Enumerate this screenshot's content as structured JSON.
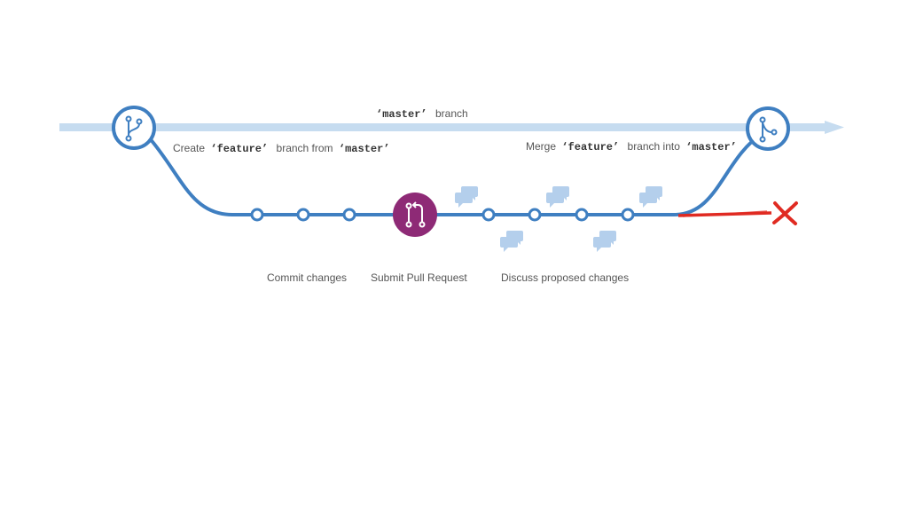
{
  "master_label": {
    "quote_open": "‘",
    "code": "master",
    "quote_close": "’",
    "suffix": "branch"
  },
  "create_label": {
    "prefix": "Create",
    "code1": "‘feature’",
    "middle": "branch from",
    "code2": "‘master’"
  },
  "merge_label": {
    "prefix": "Merge",
    "code1": "‘feature’",
    "middle": "branch into",
    "code2": "‘master’"
  },
  "steps": {
    "commit": "Commit changes",
    "pull_request": "Submit Pull Request",
    "discuss": "Discuss proposed changes"
  },
  "icons": {
    "branch": "git-branch-icon",
    "pull_request": "git-pull-request-icon",
    "merge": "git-merge-icon",
    "comment": "comment-discussion-icon",
    "delete": "x-mark-icon"
  },
  "colors": {
    "master_line": "#c6dcf0",
    "feature_line": "#3f7fc1",
    "pull_request": "#8e2a76",
    "comment": "#b4cfec",
    "delete": "#e02b22"
  }
}
